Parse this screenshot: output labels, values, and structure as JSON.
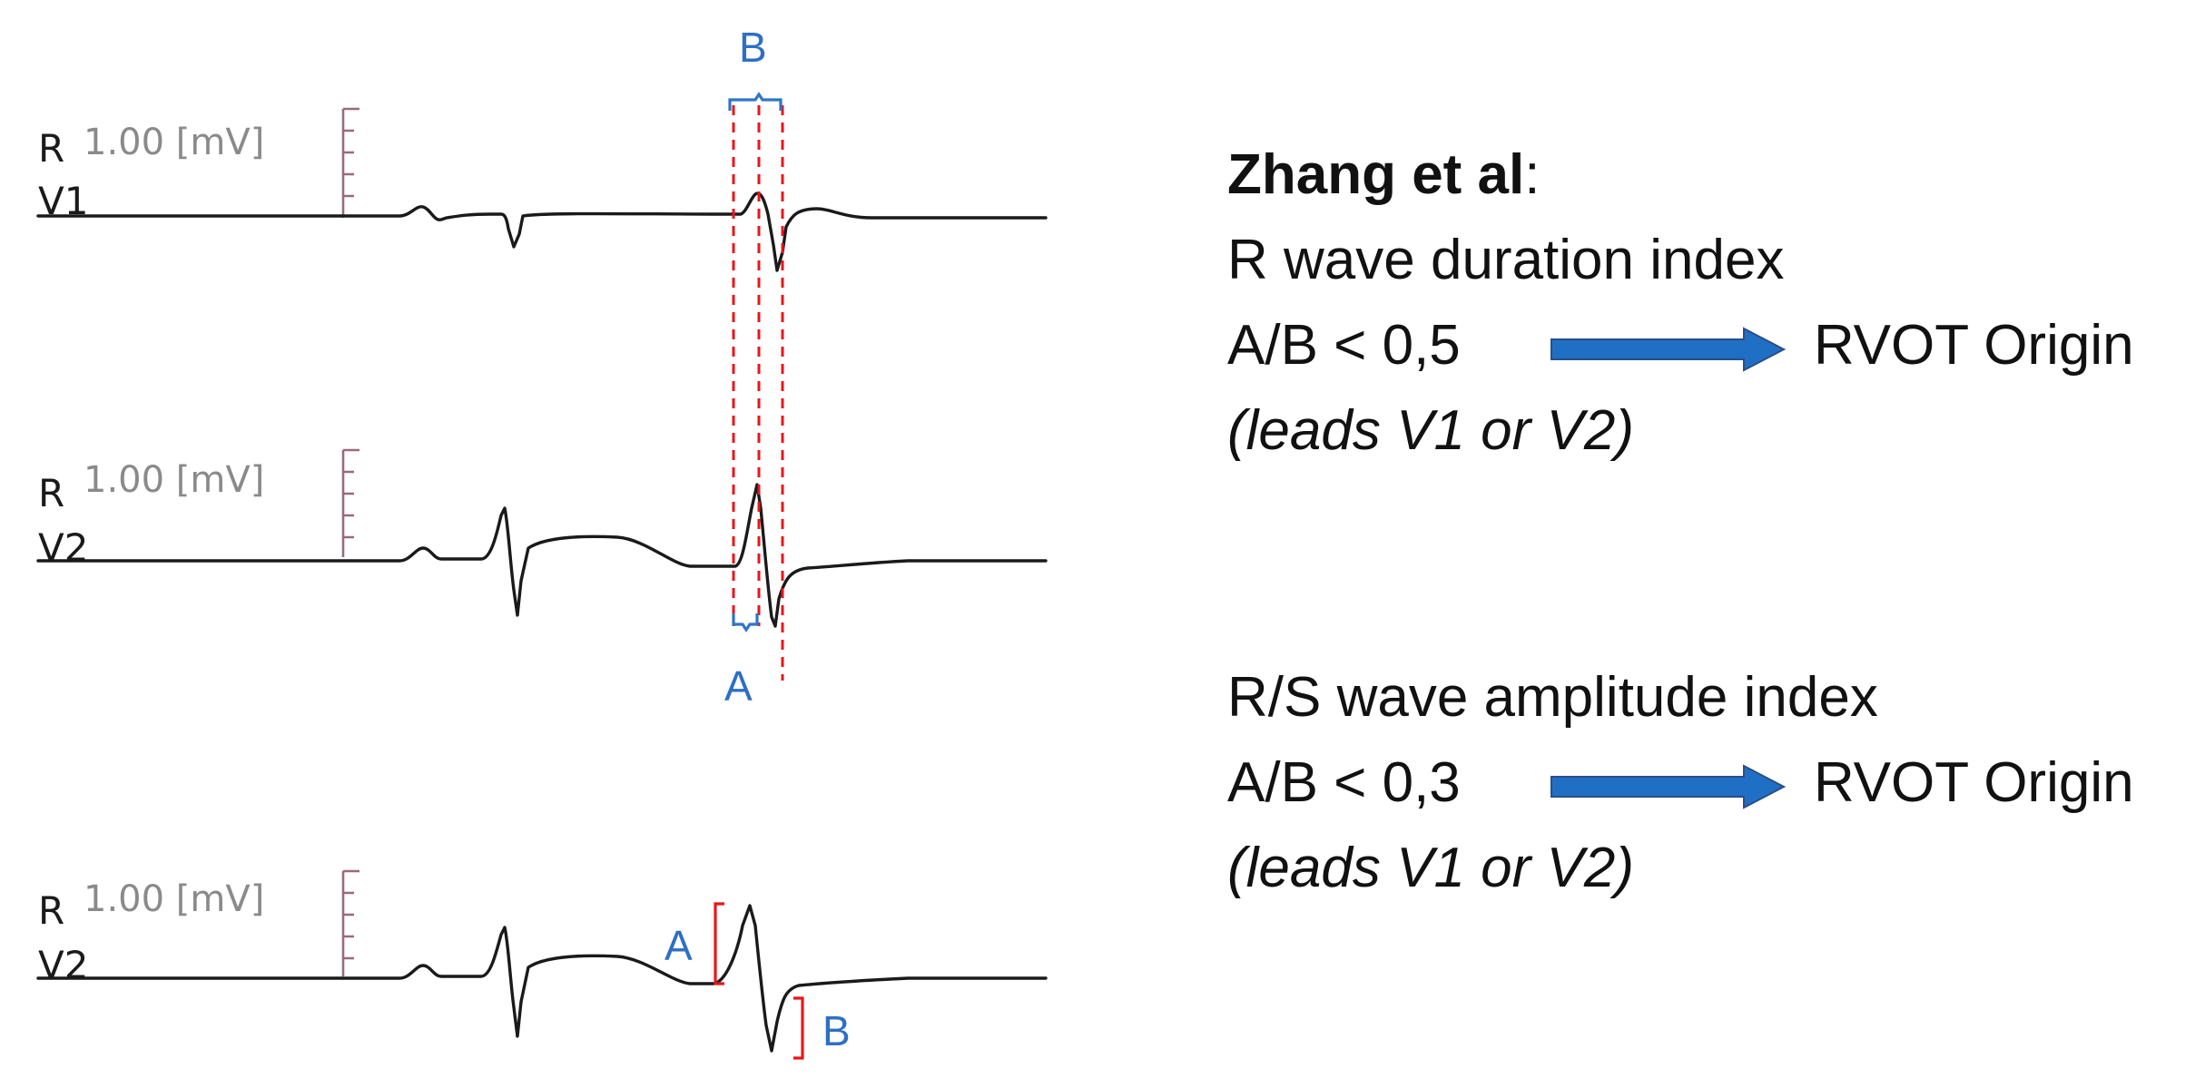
{
  "ecg": {
    "strips": [
      {
        "lead_r": "R",
        "lead_name": "V1",
        "calibration": "1.00 [mV]"
      },
      {
        "lead_r": "R",
        "lead_name": "V2",
        "calibration": "1.00 [mV]"
      },
      {
        "lead_r": "R",
        "lead_name": "V2",
        "calibration": "1.00 [mV]"
      }
    ],
    "markers": {
      "duration_top": "B",
      "duration_bottom": "A",
      "amplitude_r": "A",
      "amplitude_s": "B"
    }
  },
  "panel": {
    "author": "Zhang et al",
    "author_suffix": ":",
    "criteria": [
      {
        "name": "R wave duration index",
        "condition": "A/B < 0,5",
        "result": "RVOT Origin",
        "leads": "(leads V1 or V2)"
      },
      {
        "name": "R/S wave amplitude index",
        "condition": "A/B < 0,3",
        "result": "RVOT Origin",
        "leads": "(leads V1 or V2)"
      }
    ],
    "arrow_color": "#1f6fc5"
  },
  "colors": {
    "trace": "#1a1a1a",
    "calibration": "#9a6b78",
    "dashed_guides": "#e8161b",
    "bracket_blue": "#2e75c9",
    "marker_letters": "#2e6fc4"
  }
}
